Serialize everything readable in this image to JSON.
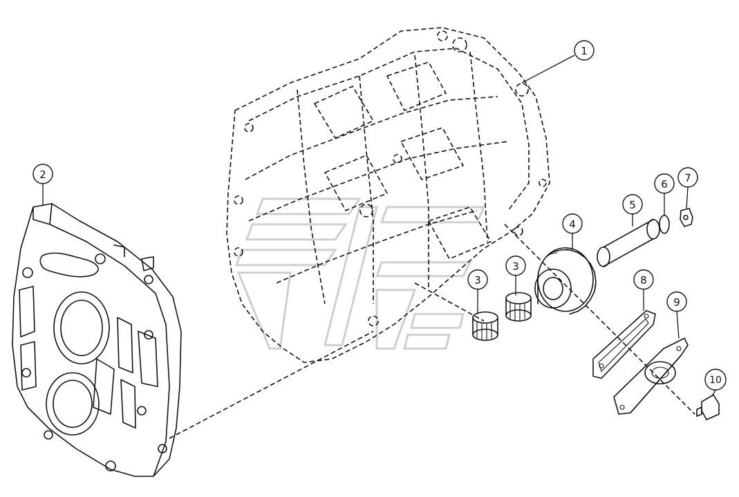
{
  "callouts": [
    {
      "label": "1"
    },
    {
      "label": "2"
    },
    {
      "label": "3"
    },
    {
      "label": "3"
    },
    {
      "label": "4"
    },
    {
      "label": "5"
    },
    {
      "label": "6"
    },
    {
      "label": "7"
    },
    {
      "label": "8"
    },
    {
      "label": "9"
    },
    {
      "label": "10"
    }
  ]
}
